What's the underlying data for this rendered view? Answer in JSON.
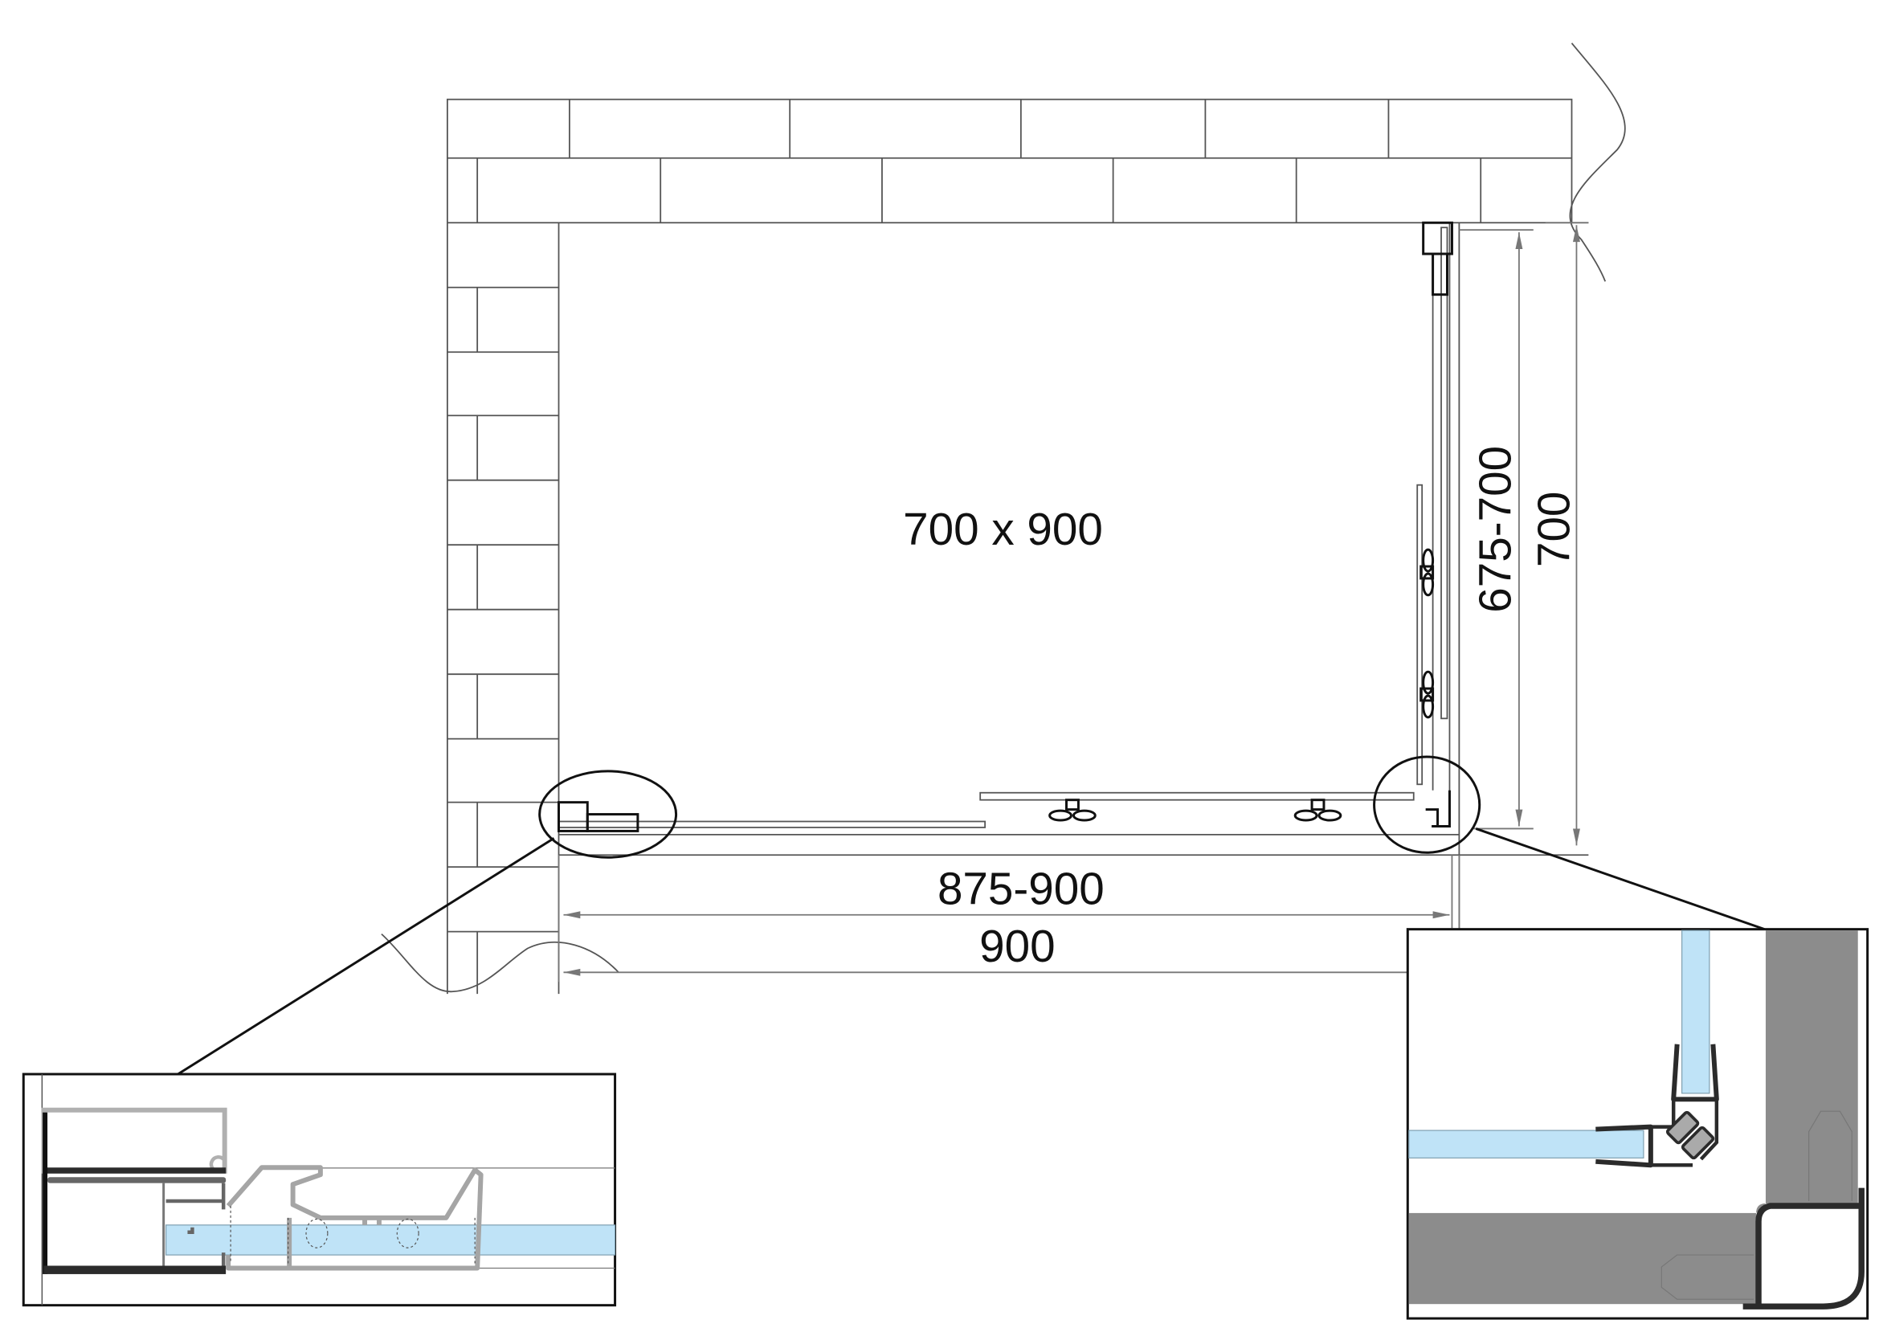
{
  "plan": {
    "size_label": "700 x 900",
    "inner_width_label": "875-900",
    "outer_width_label": "900",
    "inner_depth_label": "675-700",
    "outer_depth_label": "700"
  },
  "colors": {
    "glass": "#bfe3f7",
    "wall_section": "#8c8c8c",
    "profile_dark": "#2b2b2b",
    "profile_light": "#b0b0b0",
    "line": "#555555"
  }
}
